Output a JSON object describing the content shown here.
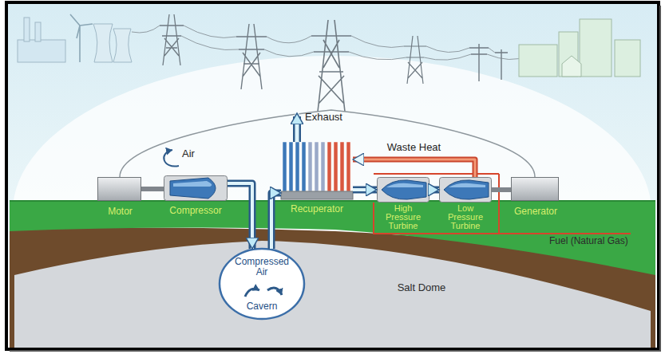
{
  "diagram": {
    "nodes": [
      {
        "text": [
          "Motor"
        ]
      },
      {
        "text": [
          "Compressor"
        ]
      },
      {
        "text": [
          "Recuperator"
        ]
      },
      {
        "text": [
          "High Pressure Turbine"
        ]
      },
      {
        "text": [
          "Low Pressure Turbine"
        ]
      },
      {
        "text": [
          "Generator"
        ]
      },
      {
        "text": [
          "Salt Dome"
        ]
      },
      {
        "text": [
          "Compressed Air",
          "Cavern"
        ],
        "in": 6
      }
    ],
    "edges": [
      {
        "from": 1,
        "to": 7,
        "arrow": "to"
      },
      {
        "from": 7,
        "to": 2,
        "arrow": "to"
      },
      {
        "from": 2,
        "to": 3,
        "arrow": "to"
      },
      {
        "from": 3,
        "to": 4,
        "arrow": "to"
      },
      {
        "from": 4,
        "to": 2,
        "arrow": "to",
        "label": "Waste Heat"
      },
      {
        "from": 0,
        "to": 1,
        "arrow": "none"
      },
      {
        "from": 4,
        "to": 5,
        "arrow": "none"
      }
    ],
    "labels": [
      "Air",
      "Exhaust",
      "Fuel (Natural Gas)"
    ]
  }
}
